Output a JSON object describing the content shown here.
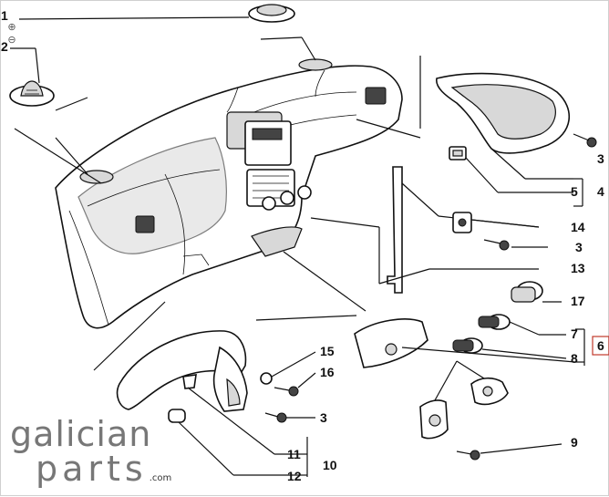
{
  "diagram": {
    "callouts": {
      "c1": "1",
      "c2": "2",
      "c3a": "3",
      "c3b": "3",
      "c3c": "3",
      "c4": "4",
      "c5": "5",
      "c6": "6",
      "c7": "7",
      "c8": "8",
      "c9": "9",
      "c10": "10",
      "c11": "11",
      "c12": "12",
      "c13": "13",
      "c14": "14",
      "c15": "15",
      "c16": "16",
      "c17": "17"
    },
    "highlight_color": "#c0392b"
  },
  "controls": {
    "zoom_in_icon": "zoom-in-icon",
    "zoom_out_icon": "zoom-out-icon"
  },
  "logo": {
    "line1": "galician",
    "line2": "parts",
    "domain": ".com"
  }
}
